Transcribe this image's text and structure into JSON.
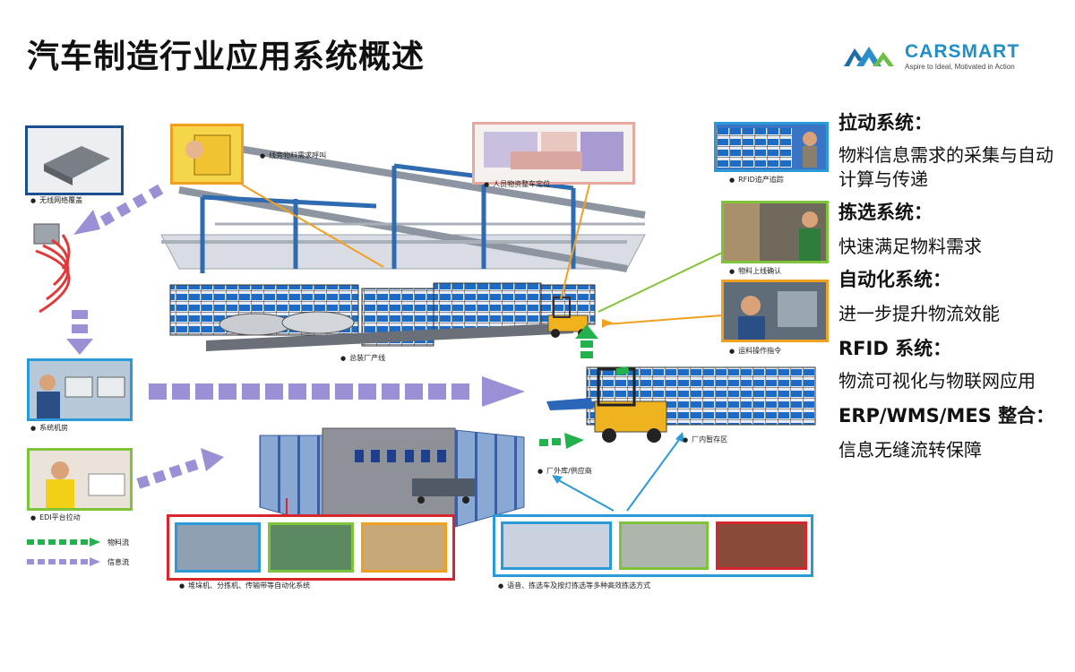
{
  "header": {
    "title": "汽车制造行业应用系统概述",
    "logo_text": "CARSMART",
    "logo_tagline": "Aspire to Ideal, Motivated in Action"
  },
  "diagram": {
    "captions": {
      "wireless": "无线网络覆盖",
      "call": "线旁物料需求呼叫",
      "personnel": "人员物资整车定位",
      "rfid_track": "RFID追产追踪",
      "material_confirm": "物料上线确认",
      "transport_cmd": "运料操作指令",
      "assembly": "总装厂产线",
      "system_room": "系统机房",
      "edi": "EDI平台拉动",
      "factory_temp": "厂内暂存区",
      "warehouse": "厂外库/供应商",
      "automation": "堆垛机、分拣机、传输带等自动化系统",
      "picking": "语音、拣选车及按灯拣选等多种高效拣选方式"
    },
    "legend": {
      "material_flow": "物料流",
      "info_flow": "信息流"
    },
    "colors": {
      "material_flow": "#22b14c",
      "info_flow": "#9b8fd6",
      "red_frame": "#d7262e",
      "blue_frame": "#2b9ad6",
      "orange": "#f0a020",
      "green_frame": "#7fc33a"
    }
  },
  "right_panel": {
    "items": [
      {
        "heading": "拉动系统：",
        "text": "物料信息需求的采集与自动计算与传递"
      },
      {
        "heading": "拣选系统：",
        "text": "快速满足物料需求"
      },
      {
        "heading": "自动化系统：",
        "text": "进一步提升物流效能"
      },
      {
        "heading": "RFID 系统：",
        "text": "物流可视化与物联网应用"
      },
      {
        "heading": "ERP/WMS/MES 整合：",
        "text": "信息无缝流转保障"
      }
    ]
  }
}
